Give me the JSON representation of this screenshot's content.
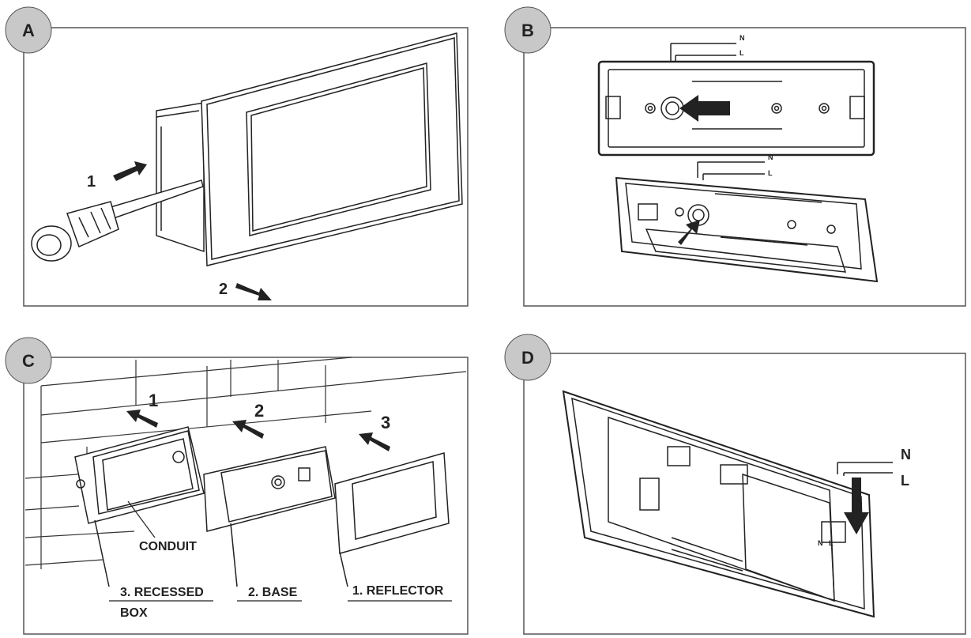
{
  "panels": {
    "a": {
      "badge": "A",
      "label_1": "1",
      "label_2": "2"
    },
    "b": {
      "badge": "B",
      "wire_n_top": "N",
      "wire_l_top": "L",
      "wire_n_bottom": "N",
      "wire_l_bottom": "L"
    },
    "c": {
      "badge": "C",
      "label_1": "1",
      "label_2": "2",
      "label_3": "3",
      "conduit": "CONDUIT",
      "recessed_box_line1": "3. RECESSED",
      "recessed_box_line2": "BOX",
      "base": "2. BASE",
      "reflector": "1. REFLECTOR"
    },
    "d": {
      "badge": "D",
      "wire_n": "N",
      "wire_l": "L",
      "term_n": "N",
      "term_l": "L"
    }
  },
  "colors": {
    "stroke": "#222222",
    "badge_fill": "#c8c8c8",
    "frame": "#555555"
  }
}
